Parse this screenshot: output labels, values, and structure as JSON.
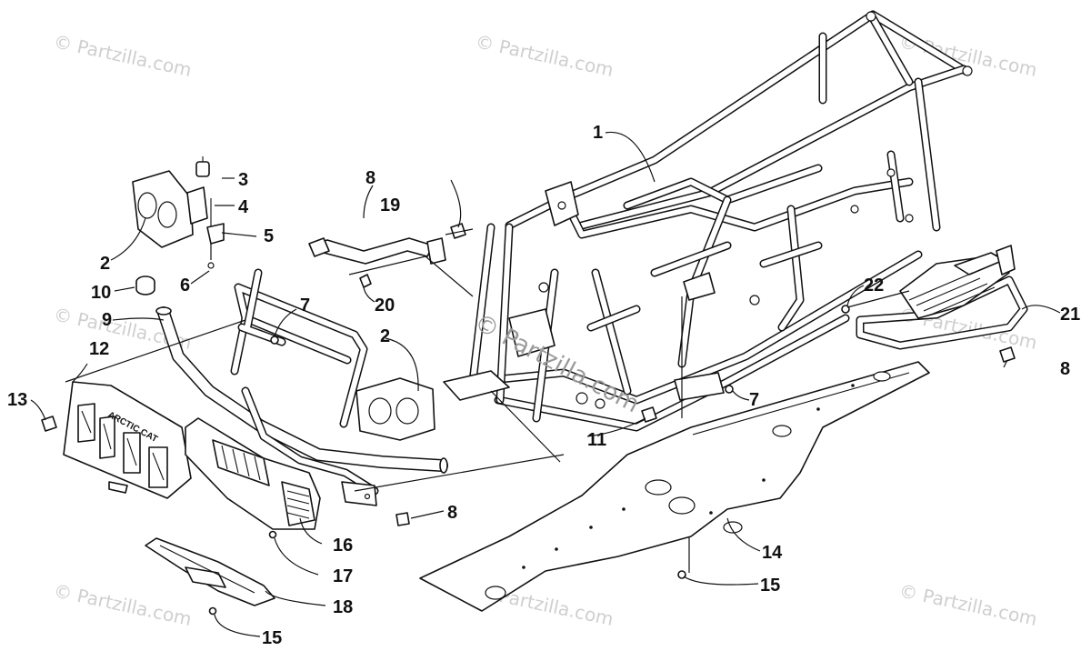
{
  "diagram": {
    "callouts": {
      "c1": "1",
      "c2a": "2",
      "c2b": "2",
      "c3": "3",
      "c4": "4",
      "c5": "5",
      "c6": "6",
      "c7a": "7",
      "c7b": "7",
      "c8a": "8",
      "c8b": "8",
      "c8c": "8",
      "c9": "9",
      "c10": "10",
      "c11": "11",
      "c12": "12",
      "c13": "13",
      "c14": "14",
      "c15a": "15",
      "c15b": "15",
      "c16": "16",
      "c17": "17",
      "c18": "18",
      "c19": "19",
      "c20": "20",
      "c21": "21",
      "c22": "22"
    },
    "grille_logo": "ARCTIC CAT",
    "watermark": {
      "text": "© Partzilla.com",
      "center_text": "© Partzilla.com"
    }
  }
}
